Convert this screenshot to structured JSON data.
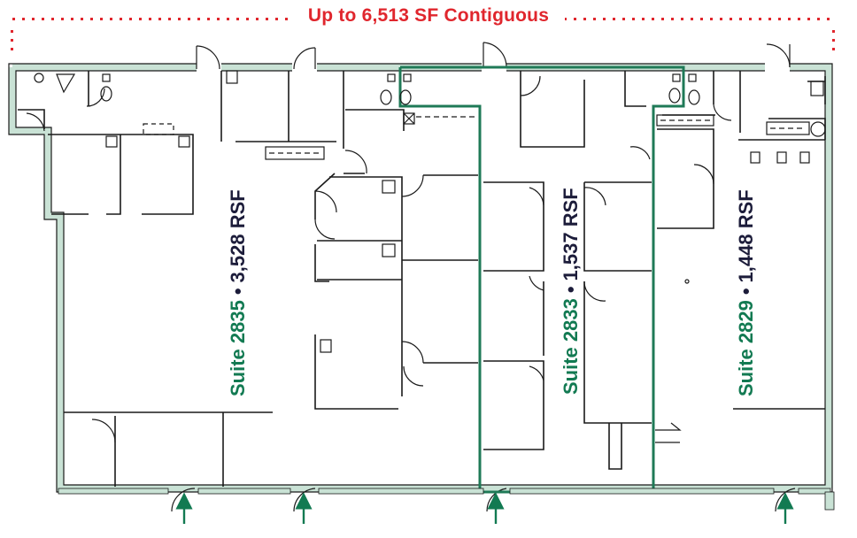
{
  "header": {
    "title": "Up to 6,513 SF Contiguous"
  },
  "colors": {
    "accent_red": "#e0262d",
    "suite_green": "#127a52",
    "area_navy": "#1c1c3a",
    "exterior_wall_tint": "#c9e2d5",
    "suite_boundary": "#1f7a57",
    "wall": "#1a1a1a"
  },
  "suites": [
    {
      "name": "Suite 2835",
      "separator": "•",
      "area": "3,528 RSF"
    },
    {
      "name": "Suite 2833",
      "separator": "•",
      "area": "1,537 RSF"
    },
    {
      "name": "Suite 2829",
      "separator": "•",
      "area": "1,448 RSF"
    }
  ],
  "icons": {
    "entrance": "entrance-arrow-icon",
    "restroom": "toilet-icon",
    "sink": "sink-icon",
    "door": "door-swing-icon"
  }
}
